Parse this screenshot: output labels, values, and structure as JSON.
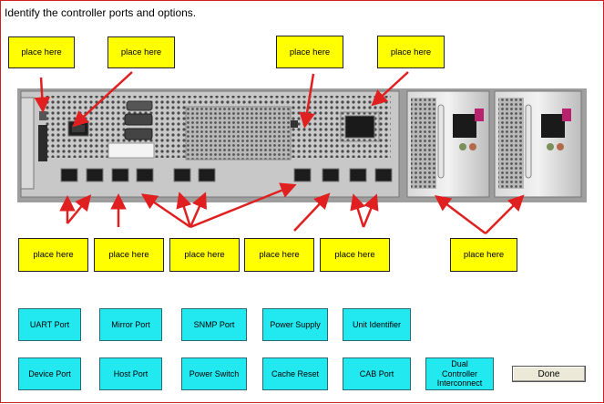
{
  "instruction": "Identify the controller ports and options.",
  "targets": [
    {
      "label": "place here"
    },
    {
      "label": "place here"
    },
    {
      "label": "place here"
    },
    {
      "label": "place here"
    },
    {
      "label": "place here"
    },
    {
      "label": "place here"
    },
    {
      "label": "place here"
    },
    {
      "label": "place here"
    },
    {
      "label": "place here"
    },
    {
      "label": "place here"
    }
  ],
  "options": [
    {
      "label": "UART Port"
    },
    {
      "label": "Mirror Port"
    },
    {
      "label": "SNMP Port"
    },
    {
      "label": "Power Supply"
    },
    {
      "label": "Unit Identifier"
    },
    {
      "label": "Device Port"
    },
    {
      "label": "Host Port"
    },
    {
      "label": "Power Switch"
    },
    {
      "label": "Cache Reset"
    },
    {
      "label": "CAB Port"
    },
    {
      "label": "Dual Controller Interconnect"
    }
  ],
  "done_label": "Done",
  "colors": {
    "frame_border": "#d22020",
    "target_fill": "#ffff00",
    "option_fill": "#22e8f0",
    "arrow": "#e02020"
  }
}
